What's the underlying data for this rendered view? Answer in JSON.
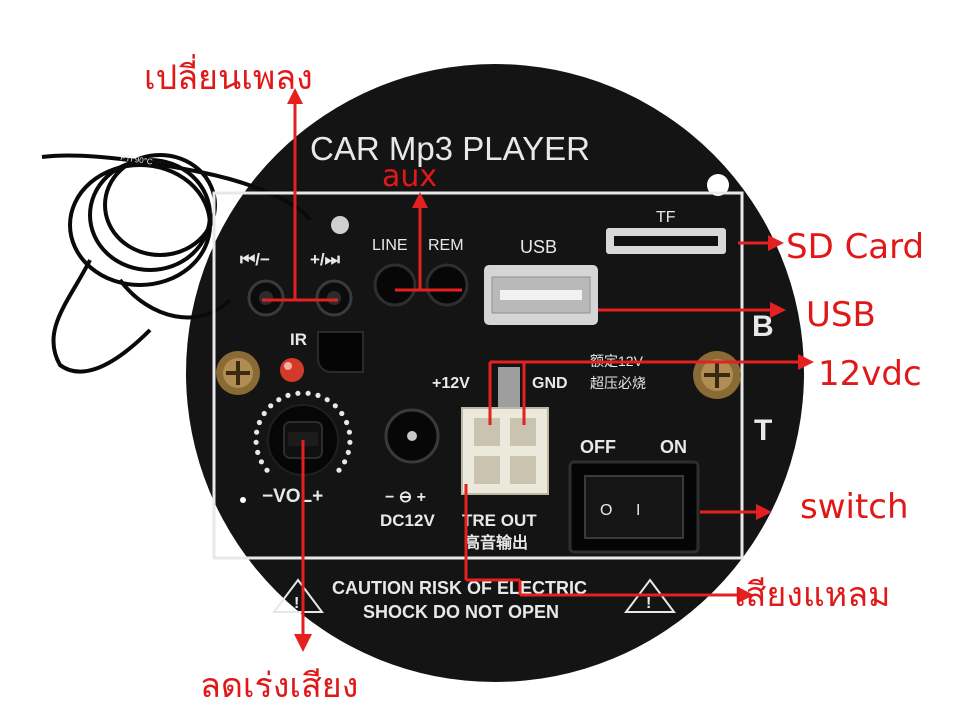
{
  "panel": {
    "title": "CAR Mp3 PLAYER",
    "tf_label": "TF",
    "prev_next_label_left": "⏮/−",
    "prev_next_label_right": "+/⏭",
    "line_label": "LINE",
    "rem_label": "REM",
    "usb_label": "USB",
    "ir_label": "IR",
    "bt_b": "B",
    "bt_t": "T",
    "plus12v_label": "+12V",
    "gnd_label": "GND",
    "rated_cn_1": "额定12V",
    "rated_cn_2": "超压必烧",
    "off_label": "OFF",
    "on_label": "ON",
    "vol_label": "−VOL+",
    "dc_polarity": "− ⊖ +",
    "dc12v_label": "DC12V",
    "tre_out_label": "TRE OUT",
    "tre_out_cn": "高音输出",
    "caution_1": "CAUTION RISK OF ELECTRIC",
    "caution_2": "SHOCK DO NOT OPEN",
    "switch_o": "O",
    "switch_i": "I",
    "cable_print": "PTI 90°C"
  },
  "annotations": {
    "change_song": "เปลี่ยนเพลง",
    "aux": "aux",
    "sd_card": "SD Card",
    "usb": "USB",
    "power": "12vdc",
    "switch": "switch",
    "treble": "เสียงแหลม",
    "volume": "ลดเร่งเสียง"
  },
  "colors": {
    "annotation_red": "#e01818",
    "plate_black": "#141414",
    "background": "#ffffff"
  }
}
